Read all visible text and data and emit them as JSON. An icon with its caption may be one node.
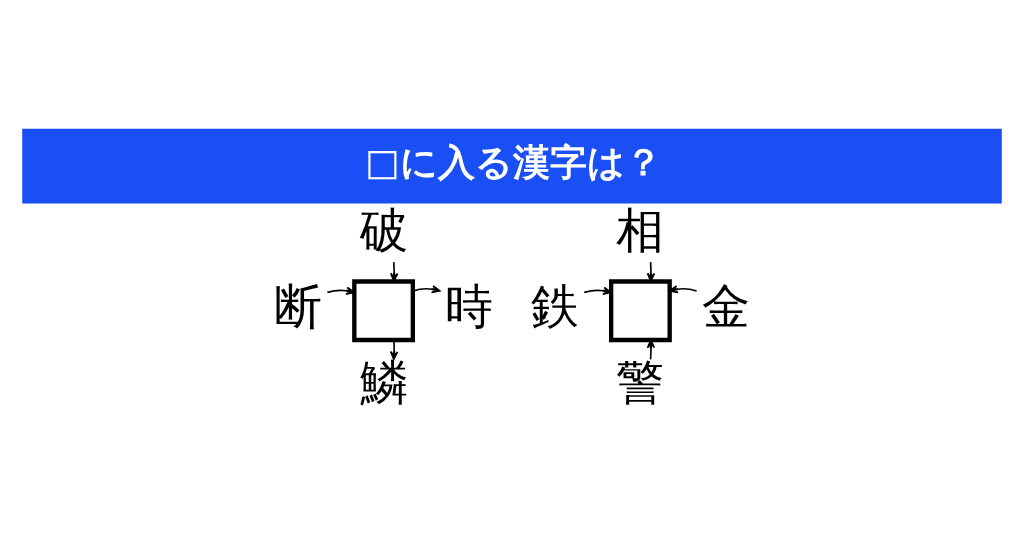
{
  "diagram": {
    "title": "□に入る漢字は？",
    "nodes": [
      {
        "text": [
          "破"
        ]
      },
      {
        "text": [
          "断"
        ]
      },
      {
        "text": [],
        "shape": "box"
      },
      {
        "text": [
          "時"
        ]
      },
      {
        "text": [
          "鱗"
        ]
      },
      {
        "text": [
          "相"
        ]
      },
      {
        "text": [
          "鉄"
        ]
      },
      {
        "text": [],
        "shape": "box"
      },
      {
        "text": [
          "金"
        ]
      },
      {
        "text": [
          "警"
        ]
      }
    ],
    "edges": [
      {
        "from": 0,
        "to": 2,
        "arrow": "to"
      },
      {
        "from": 1,
        "to": 2,
        "arrow": "to"
      },
      {
        "from": 2,
        "to": 3,
        "arrow": "to"
      },
      {
        "from": 2,
        "to": 4,
        "arrow": "to"
      },
      {
        "from": 5,
        "to": 7,
        "arrow": "to"
      },
      {
        "from": 6,
        "to": 7,
        "arrow": "to"
      },
      {
        "from": 8,
        "to": 7,
        "arrow": "to"
      },
      {
        "from": 9,
        "to": 7,
        "arrow": "to"
      }
    ]
  }
}
